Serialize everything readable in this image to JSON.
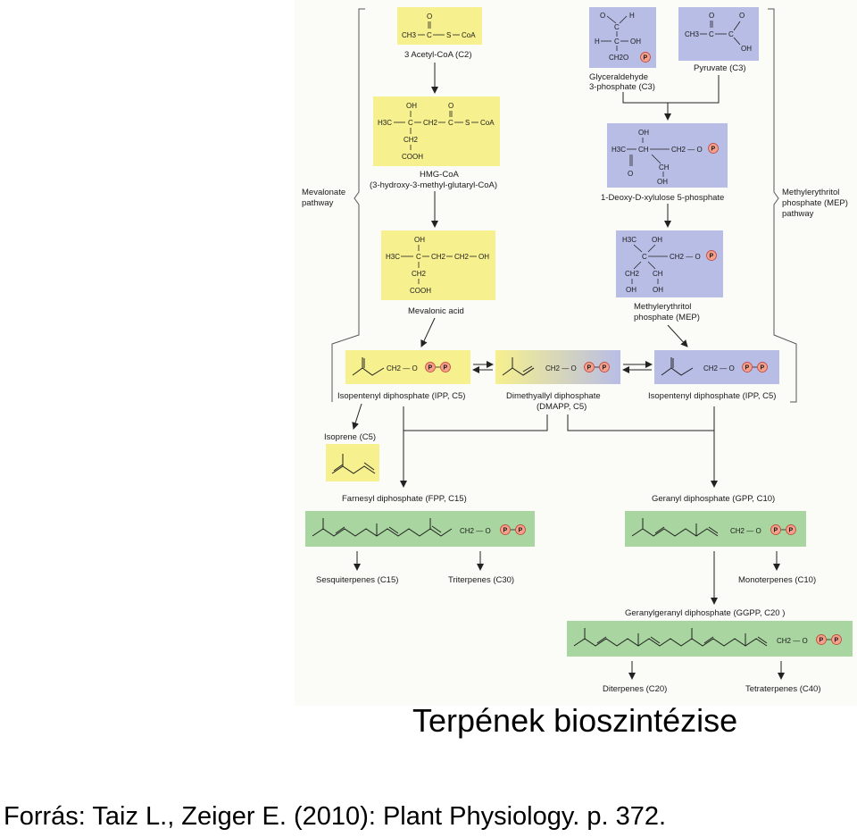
{
  "colors": {
    "yellow": "#f6f08e",
    "blue": "#b8bde6",
    "green": "#a9d6a0",
    "phosphate": "#f4a08c"
  },
  "chemistry": {
    "o": "O",
    "oh": "OH",
    "h": "H",
    "h3c": "H3C",
    "ch3": "CH3",
    "ch2": "CH2",
    "c": "C",
    "ch": "CH",
    "s": "S",
    "coa": "CoA",
    "cooh": "COOH",
    "ch2o": "CH2O",
    "ch2_o": "CH2 — O",
    "p": "P"
  },
  "compounds": {
    "acetyl_coa": "3 Acetyl-CoA (C2)",
    "glyceraldehyde_1": "Glyceraldehyde",
    "glyceraldehyde_2": "3-phosphate (C3)",
    "pyruvate": "Pyruvate (C3)",
    "hmg_coa_1": "HMG-CoA",
    "hmg_coa_2": "(3-hydroxy-3-methyl-glutaryl-CoA)",
    "deoxyxylulose": "1-Deoxy-D-xylulose 5-phosphate",
    "mevalonic_acid": "Mevalonic acid",
    "mep_1": "Methylerythritol",
    "mep_2": "phosphate (MEP)",
    "ipp_left": "Isopentenyl diphosphate (IPP, C5)",
    "dmapp_1": "Dimethyallyl diphosphate",
    "dmapp_2": "(DMAPP, C5)",
    "ipp_right": "Isopentenyl diphosphate (IPP, C5)",
    "isoprene": "Isoprene (C5)",
    "fpp": "Farnesyl diphosphate (FPP, C15)",
    "gpp": "Geranyl diphosphate (GPP, C10)",
    "sesquiterpenes": "Sesquiterpenes (C15)",
    "triterpenes": "Triterpenes (C30)",
    "monoterpenes": "Monoterpenes (C10)",
    "ggpp": "Geranylgeranyl diphosphate (GGPP, C20 )",
    "diterpenes": "Diterpenes (C20)",
    "tetraterpenes": "Tetraterpenes (C40)"
  },
  "pathways": {
    "mevalonate_1": "Mevalonate",
    "mevalonate_2": "pathway",
    "mep_1": "Methylerythritol",
    "mep_2": "phosphate (MEP)",
    "mep_3": "pathway"
  },
  "slide": {
    "title": "Terpének bioszintézise",
    "source": "Forrás: Taiz L., Zeiger E. (2010): Plant Physiology. p. 372."
  }
}
